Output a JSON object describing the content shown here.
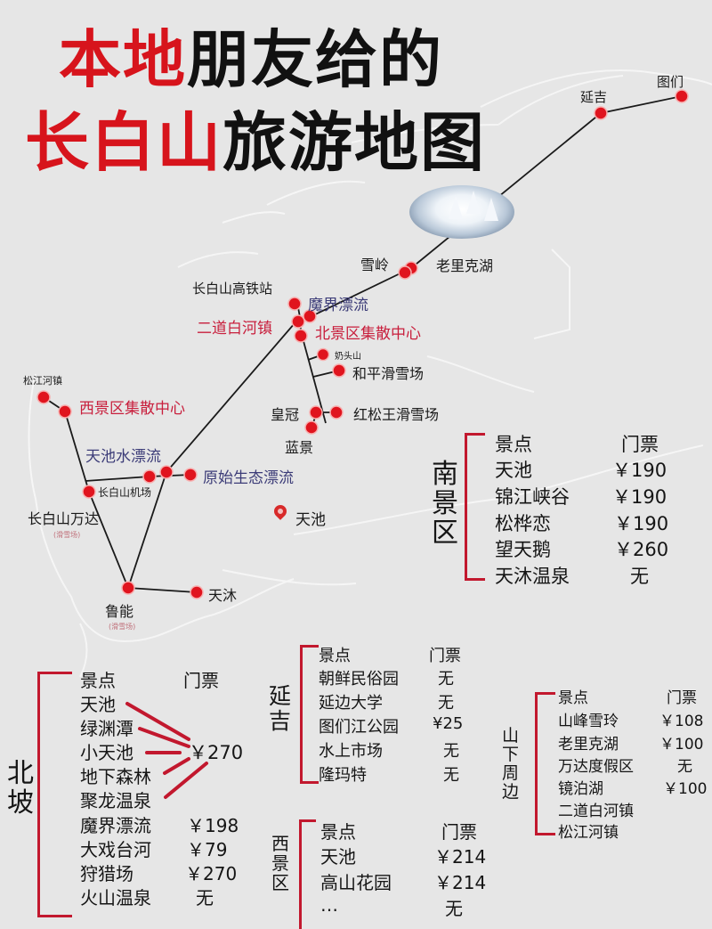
{
  "title": {
    "line1_red": "本地",
    "line1_black": "朋友给的",
    "line2_red": "长白山",
    "line2_black": "旅游地图"
  },
  "colors": {
    "background": "#e6e6e6",
    "accent_red": "#d7141c",
    "node_red": "#e0141e",
    "bracket_red": "#c2182e",
    "label_red": "#c81e3c",
    "label_blue": "#3c3c78",
    "route_line": "#1a1a1a"
  },
  "map": {
    "nodes": {
      "tumen": "图们",
      "yanji": "延吉",
      "xueling": "雪岭",
      "laolikehu": "老里克湖",
      "gaotiezhan": "长白山高铁站",
      "mojiepiaoliu": "魔界漂流",
      "erdaobaihe": "二道白河镇",
      "beijingqu": "北景区集散中心",
      "naitoushan": "奶头山",
      "heping": "和平滑雪场",
      "huangguan": "皇冠",
      "hongsongwang": "红松王滑雪场",
      "lanjing": "蓝景",
      "songjianghe": "松江河镇",
      "xijingqu": "西景区集散中心",
      "tianchishui": "天池水漂流",
      "yuanshi": "原始生态漂流",
      "jichang": "长白山机场",
      "wanda": "长白山万达",
      "wanda_note": "(滑雪场)",
      "tianchi": "天池",
      "luneng": "鲁能",
      "luneng_note": "(滑雪场)",
      "tianmu": "天沐"
    }
  },
  "tables": {
    "south": {
      "region": "南景区",
      "header": {
        "name": "景点",
        "price": "门票"
      },
      "rows": [
        {
          "name": "天池",
          "price": "￥190"
        },
        {
          "name": "锦江峡谷",
          "price": "￥190"
        },
        {
          "name": "松桦恋",
          "price": "￥190"
        },
        {
          "name": "望天鹅",
          "price": "￥260"
        },
        {
          "name": "天沐温泉",
          "price": "无"
        }
      ]
    },
    "north": {
      "region": "北坡",
      "header": {
        "name": "景点",
        "price": "门票"
      },
      "shared_price": "￥270",
      "rows": [
        {
          "name": "天池",
          "price": ""
        },
        {
          "name": "绿渊潭",
          "price": ""
        },
        {
          "name": "小天池",
          "price": ""
        },
        {
          "name": "地下森林",
          "price": ""
        },
        {
          "name": "聚龙温泉",
          "price": ""
        },
        {
          "name": "魔界漂流",
          "price": "￥198"
        },
        {
          "name": "大戏台河",
          "price": "￥79"
        },
        {
          "name": "狩猎场",
          "price": "￥270"
        },
        {
          "name": "火山温泉",
          "price": "无"
        }
      ]
    },
    "yanji": {
      "region": "延吉",
      "header": {
        "name": "景点",
        "price": "门票"
      },
      "rows": [
        {
          "name": "朝鲜民俗园",
          "price": "无"
        },
        {
          "name": "延边大学",
          "price": "无"
        },
        {
          "name": "图们江公园",
          "price": "¥25"
        },
        {
          "name": "水上市场",
          "price": "无"
        },
        {
          "name": "隆玛特",
          "price": "无"
        }
      ]
    },
    "foothill": {
      "region": "山下周边",
      "header": {
        "name": "景点",
        "price": "门票"
      },
      "rows": [
        {
          "name": "山峰雪玲",
          "price": "￥108"
        },
        {
          "name": "老里克湖",
          "price": "￥100"
        },
        {
          "name": "万达度假区",
          "price": "无"
        },
        {
          "name": "镜泊湖",
          "price": "￥100"
        },
        {
          "name": "二道白河镇",
          "price": ""
        },
        {
          "name": "松江河镇",
          "price": ""
        }
      ]
    },
    "west": {
      "region": "西景区",
      "header": {
        "name": "景点",
        "price": "门票"
      },
      "rows": [
        {
          "name": "天池",
          "price": "￥214"
        },
        {
          "name": "高山花园",
          "price": "￥214"
        },
        {
          "name": "…",
          "price": "无"
        }
      ]
    }
  }
}
